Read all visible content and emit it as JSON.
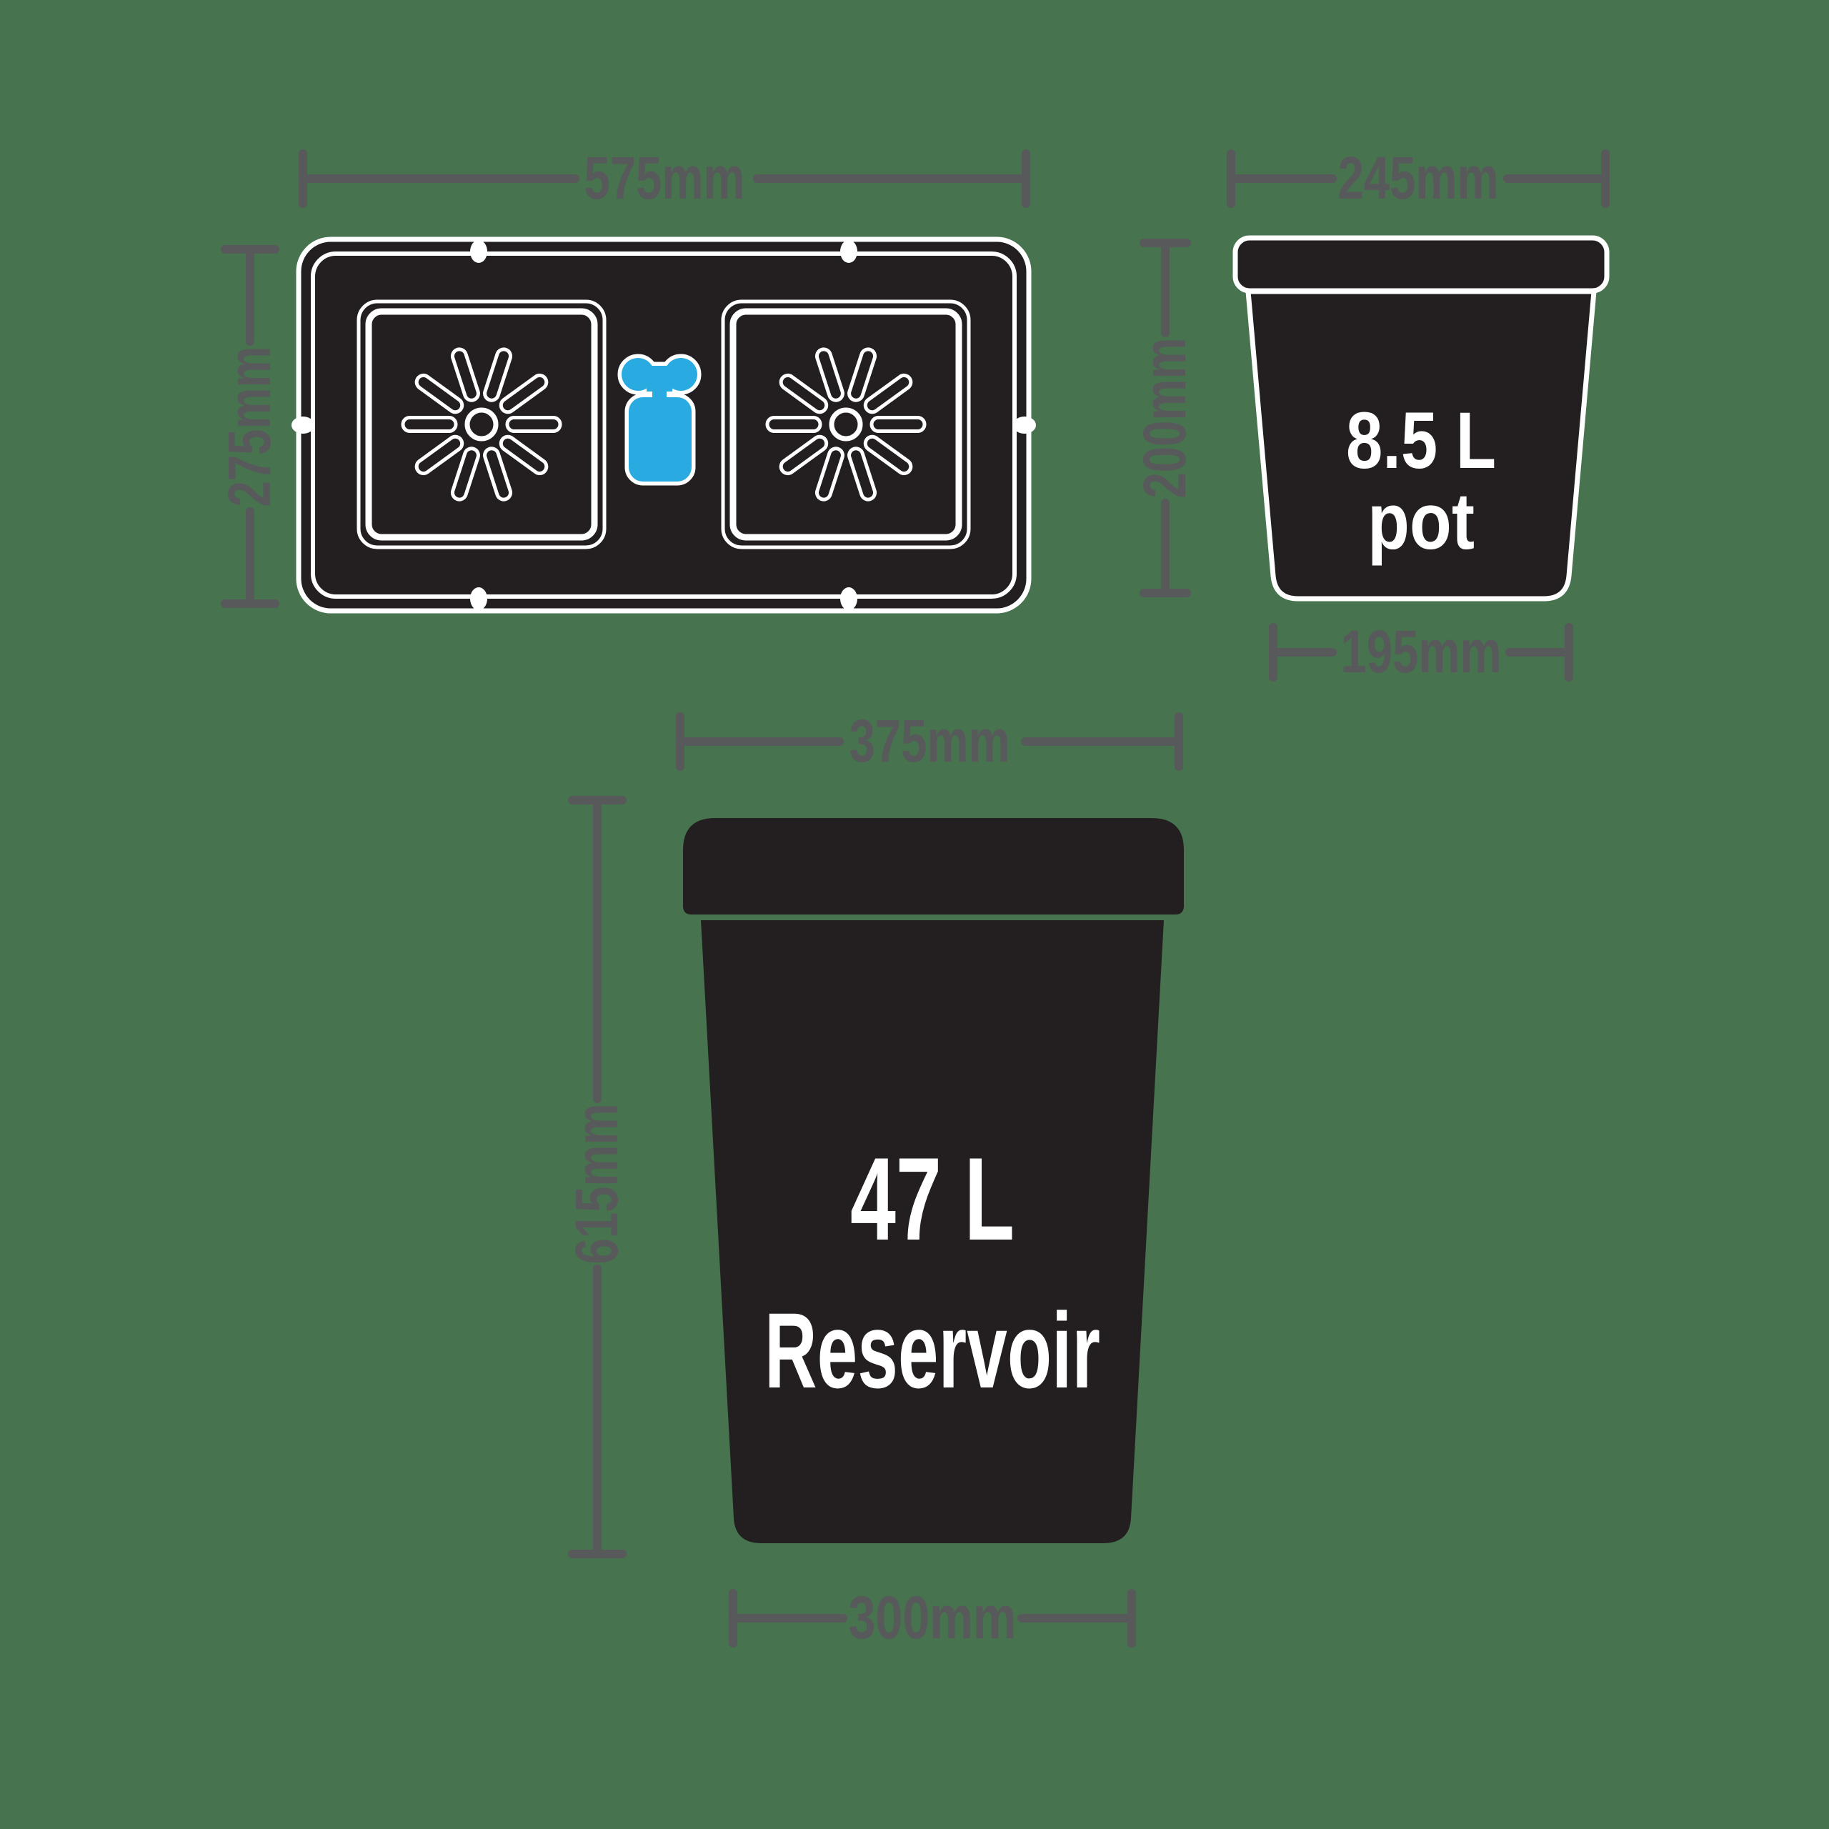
{
  "title": "Two-pot watering system dimension diagram",
  "colors": {
    "background": "#47734F",
    "ink": "#231F20",
    "valve_blue": "#29ABE2",
    "dimension_gray": "#58595B",
    "label_white": "#FFFFFF"
  },
  "tray": {
    "width_label": "575mm",
    "depth_label": "275mm"
  },
  "pot": {
    "top_width_label": "245mm",
    "height_label": "200mm",
    "base_width_label": "195mm",
    "volume_label": "8.5 L",
    "type_label": "pot"
  },
  "reservoir": {
    "top_width_label": "375mm",
    "height_label": "615mm",
    "base_width_label": "300mm",
    "volume_label": "47 L",
    "type_label": "Reservoir"
  }
}
